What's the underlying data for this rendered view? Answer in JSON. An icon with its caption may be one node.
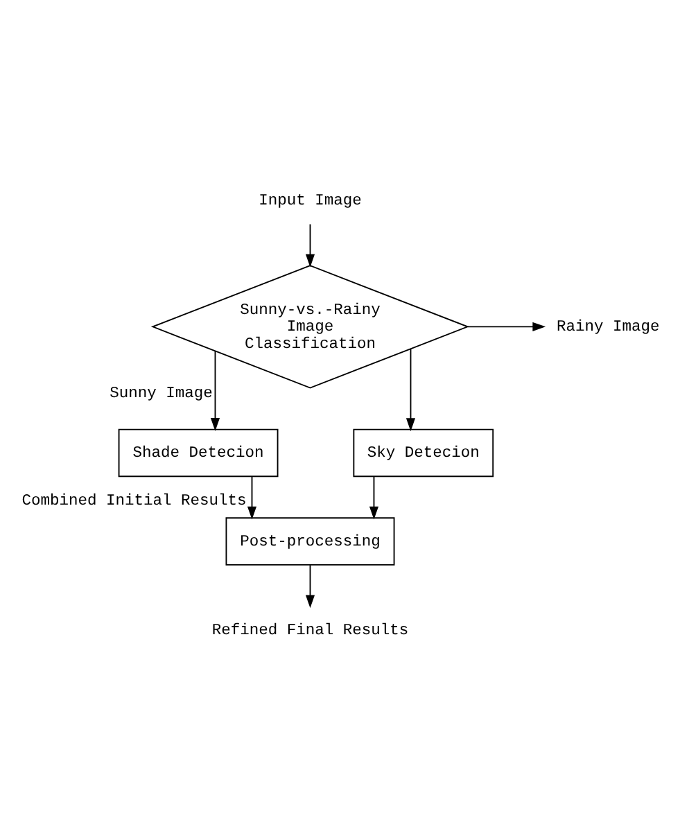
{
  "diagram": {
    "nodes": [
      {
        "text": [
          "Input Image"
        ]
      },
      {
        "text": [
          "Sunny-vs.-Rainy Image Classification"
        ]
      },
      {
        "text": [
          "Rainy Image"
        ]
      },
      {
        "text": [
          "Shade Detecion"
        ]
      },
      {
        "text": [
          "Sky Detecion"
        ]
      },
      {
        "text": [
          "Post-processing"
        ]
      },
      {
        "text": [
          "Refined Final Results"
        ]
      }
    ],
    "edges": [
      {
        "from": 0,
        "to": 1,
        "arrow": "to"
      },
      {
        "from": 1,
        "to": 2,
        "arrow": "to"
      },
      {
        "from": 1,
        "to": 3,
        "arrow": "to",
        "label": "Sunny Image"
      },
      {
        "from": 1,
        "to": 4,
        "arrow": "to"
      },
      {
        "from": 3,
        "to": 5,
        "arrow": "to",
        "label": "Combined Initial Results"
      },
      {
        "from": 4,
        "to": 5,
        "arrow": "to"
      },
      {
        "from": 5,
        "to": 6,
        "arrow": "to"
      }
    ]
  }
}
